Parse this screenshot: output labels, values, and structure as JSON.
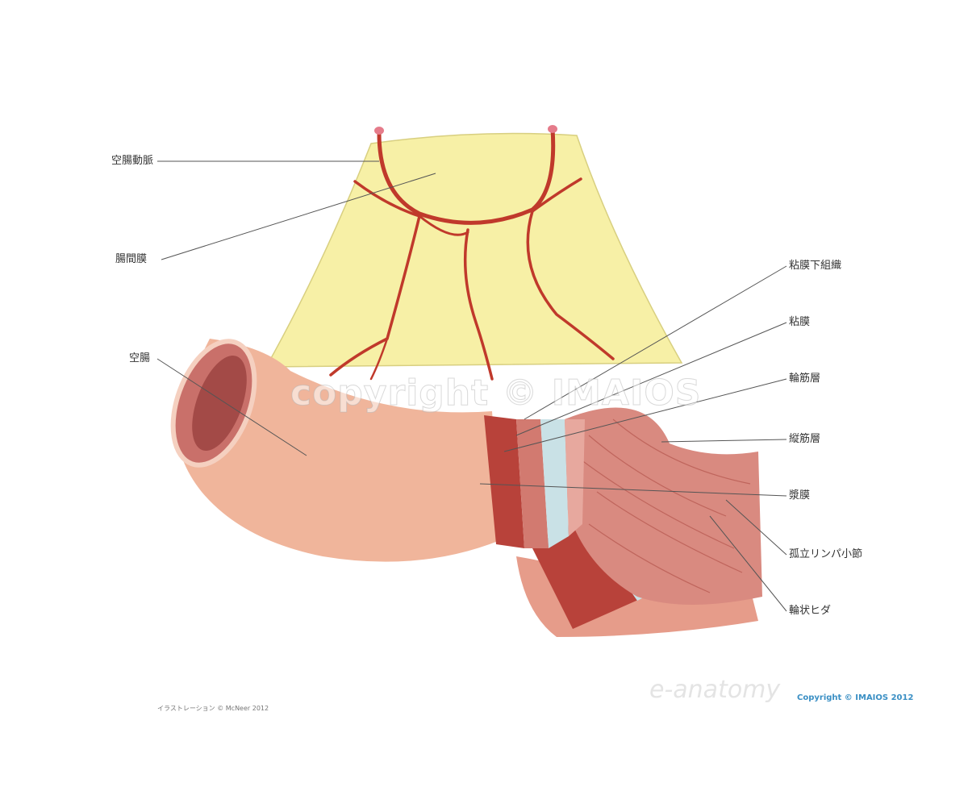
{
  "labels_left": [
    "空腸動脈",
    "腸間膜",
    "空腸"
  ],
  "labels_right": [
    "粘膜下組織",
    "粘膜",
    "輪筋層",
    "縦筋層",
    "漿膜",
    "孤立リンパ小節",
    "輪状ヒダ"
  ],
  "watermark": "copyright © IMAIOS",
  "credit": "イラストレーション © McNeer 2012",
  "brand": "e-anatomy",
  "copyright": "Copyright © IMAIOS 2012",
  "colors": {
    "mesentery": "#f7f0a6",
    "artery": "#c0392b",
    "tube": "#f0b59b",
    "muscle": "#b8423a",
    "submucosa": "#c9e1e6",
    "mucosa": "#d9857a"
  }
}
